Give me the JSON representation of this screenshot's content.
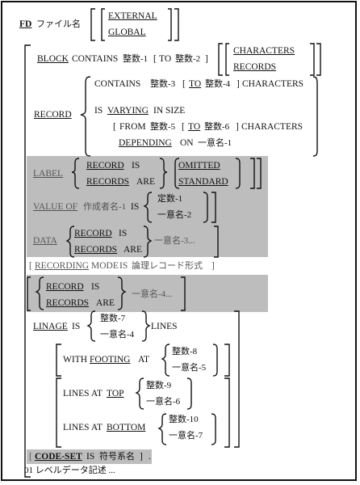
{
  "fd": {
    "kw": "FD",
    "name": "ファイル名",
    "opt1": "EXTERNAL",
    "opt2": "GLOBAL"
  },
  "block": {
    "kw": "BLOCK",
    "contains": "CONTAINS",
    "int1": "整数-1",
    "to_open": "[",
    "to": "TO",
    "int2": "整数-2",
    "to_close": "]",
    "opt1": "CHARACTERS",
    "opt2": "RECORDS"
  },
  "record": {
    "kw": "RECORD",
    "line1": {
      "contains": "CONTAINS",
      "int3": "整数-3",
      "lb": "[",
      "to": "TO",
      "int4": "整数-4",
      "rb": "]",
      "chars": "CHARACTERS"
    },
    "line2": {
      "is": "IS",
      "varying": "VARYING",
      "rest": "IN SIZE"
    },
    "line3": {
      "lb": "[",
      "from": "FROM",
      "int5": "整数-5",
      "lb2": "[",
      "to": "TO",
      "int6": "整数-6",
      "rb": "]",
      "chars": "CHARACTERS"
    },
    "line4": {
      "depending": "DEPENDING",
      "on": "ON",
      "name1": "一意名-1"
    }
  },
  "label": {
    "kw": "LABEL",
    "opt1_a": "RECORD",
    "opt1_b": "IS",
    "opt2_a": "RECORDS",
    "opt2_b": "ARE",
    "opt3": "OMITTED",
    "opt4": "STANDARD"
  },
  "value": {
    "kw": "VALUE OF",
    "author": "作成者名-1",
    "is": "IS",
    "opt1": "定数-1",
    "opt2": "一意名-2"
  },
  "data_clause": {
    "kw": "DATA",
    "opt1_a": "RECORD",
    "opt1_b": "IS",
    "opt2_a": "RECORDS",
    "opt2_b": "ARE",
    "name": "一意名-3..."
  },
  "recording": {
    "lb": "[",
    "kw": "RECORDING",
    "mode": "MODE",
    "is": "IS",
    "format": "論理レコード形式",
    "rb": "]"
  },
  "rec2": {
    "opt1_a": "RECORD",
    "opt1_b": "IS",
    "opt2_a": "RECORDS",
    "opt2_b": "ARE",
    "name": "一意名-4..."
  },
  "linage": {
    "kw": "LINAGE",
    "is": "IS",
    "opt1": "整数-7",
    "opt2": "一意名-4",
    "lines": "LINES"
  },
  "footing": {
    "with": "WITH",
    "kw": "FOOTING",
    "at": "AT",
    "opt1": "整数-8",
    "opt2": "一意名-5"
  },
  "top": {
    "lines_at": "LINES AT",
    "kw": "TOP",
    "opt1": "整数-9",
    "opt2": "一意名-6"
  },
  "bottom": {
    "lines_at": "LINES AT",
    "kw": "BOTTOM",
    "opt1": "整数-10",
    "opt2": "一意名-7"
  },
  "codeset": {
    "lb": "[",
    "kw": "CODE-SET",
    "is": "IS",
    "name": "符号系名",
    "rb": "]",
    "dot": "."
  },
  "level01": "01 レベルデータ記述 ..."
}
